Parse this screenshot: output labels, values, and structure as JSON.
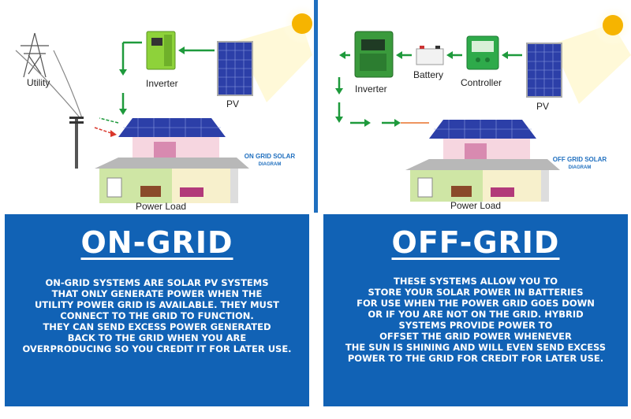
{
  "on_grid": {
    "labels": {
      "utility": "Utility",
      "inverter": "Inverter",
      "pv": "PV",
      "power_load": "Power Load"
    },
    "caption_lines": [
      "ON GRID SOLAR",
      "DIAGRAM"
    ],
    "title": "ON-GRID",
    "body_lines": [
      "ON-GRID SYSTEMS ARE SOLAR PV SYSTEMS",
      "THAT ONLY GENERATE POWER WHEN THE",
      "UTILITY POWER GRID IS AVAILABLE. THEY MUST",
      "CONNECT TO THE GRID TO FUNCTION.",
      "THEY CAN SEND EXCESS POWER GENERATED",
      "BACK TO THE GRID WHEN YOU ARE",
      "OVERPRODUCING SO YOU CREDIT IT FOR LATER USE."
    ]
  },
  "off_grid": {
    "labels": {
      "inverter": "Inverter",
      "battery": "Battery",
      "controller": "Controller",
      "pv": "PV",
      "power_load": "Power Load"
    },
    "caption_lines": [
      "OFF GRID SOLAR",
      "DIAGRAM"
    ],
    "title": "OFF-GRID",
    "body_lines": [
      "THESE SYSTEMS ALLOW YOU TO",
      "STORE YOUR SOLAR POWER IN BATTERIES",
      "FOR USE  WHEN THE POWER GRID GOES DOWN",
      "OR IF YOU ARE NOT ON THE GRID. HYBRID",
      "SYSTEMS PROVIDE POWER TO",
      "OFFSET THE GRID POWER WHENEVER",
      "THE SUN IS SHINING AND WILL EVEN SEND EXCESS",
      "POWER TO THE GRID FOR CREDIT FOR LATER USE."
    ]
  },
  "colors": {
    "panel_blue": "#1162b5",
    "divider_blue": "#1f6fbf",
    "arrow_green": "#1e9a3c",
    "arrow_red": "#d9362b",
    "arrow_orange": "#e8702a",
    "inverter_green": "#8ed23a",
    "sun_yellow": "#f6b400",
    "solar_panel_blue": "#2c3fa8"
  },
  "icons": [
    "utility-tower-icon",
    "power-pole-icon",
    "inverter-icon",
    "solar-panel-icon",
    "sun-icon",
    "house-icon",
    "battery-icon",
    "charge-controller-icon"
  ]
}
